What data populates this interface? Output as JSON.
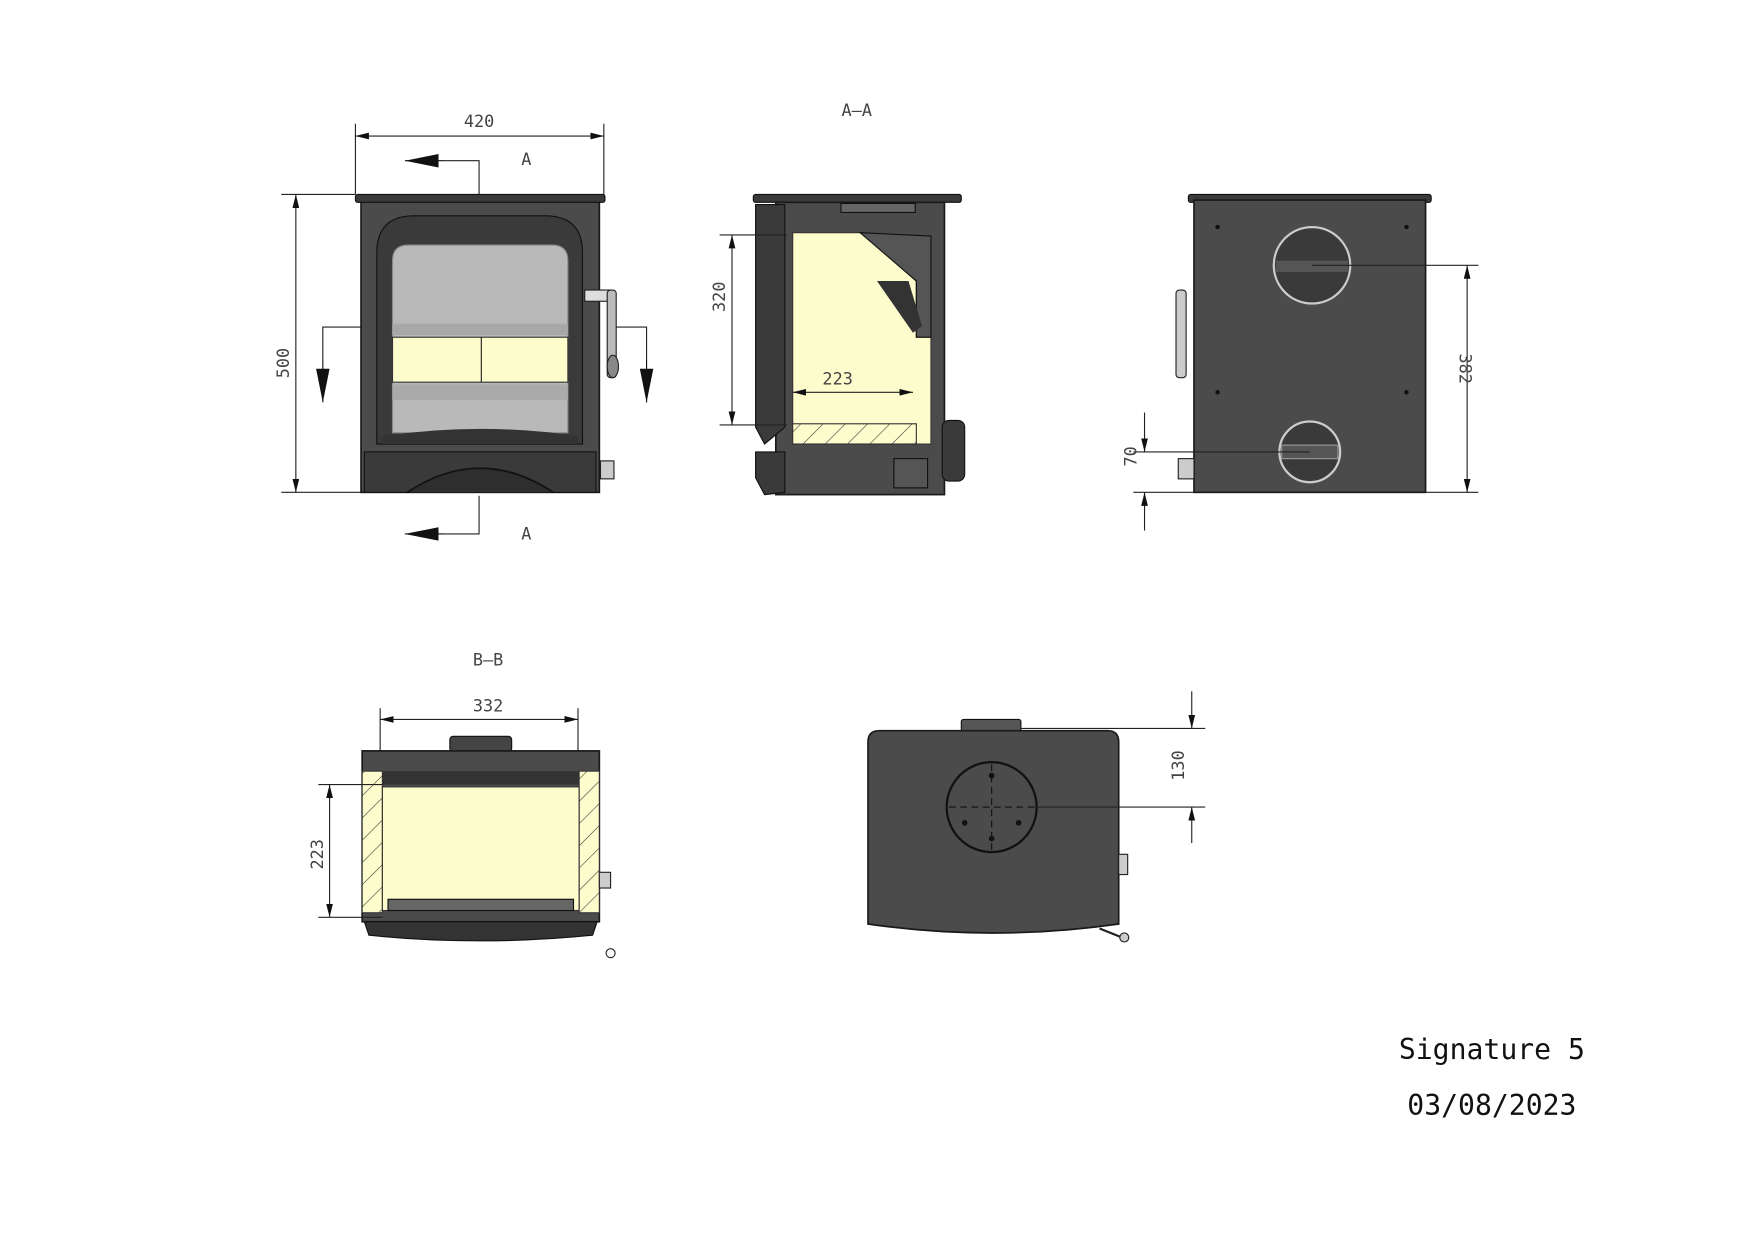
{
  "drawing": {
    "front_view": {
      "width_dim": "420",
      "height_dim": "500",
      "section_mark_top": "A",
      "section_mark_bottom": "A"
    },
    "section_aa": {
      "title": "A—A",
      "height_dim": "320",
      "depth_dim": "223"
    },
    "rear_view": {
      "flue_height_dim": "382",
      "air_inlet_dim": "70"
    },
    "section_bb": {
      "title": "B—B",
      "width_dim": "332",
      "depth_dim": "223"
    },
    "top_view": {
      "flue_offset_dim": "130"
    },
    "title_block": {
      "model": "Signature 5",
      "date": "03/08/2023"
    },
    "colors": {
      "body": "#4b4b4b",
      "firebox": "#fdfccc",
      "glass": "#b9b9b9"
    }
  }
}
